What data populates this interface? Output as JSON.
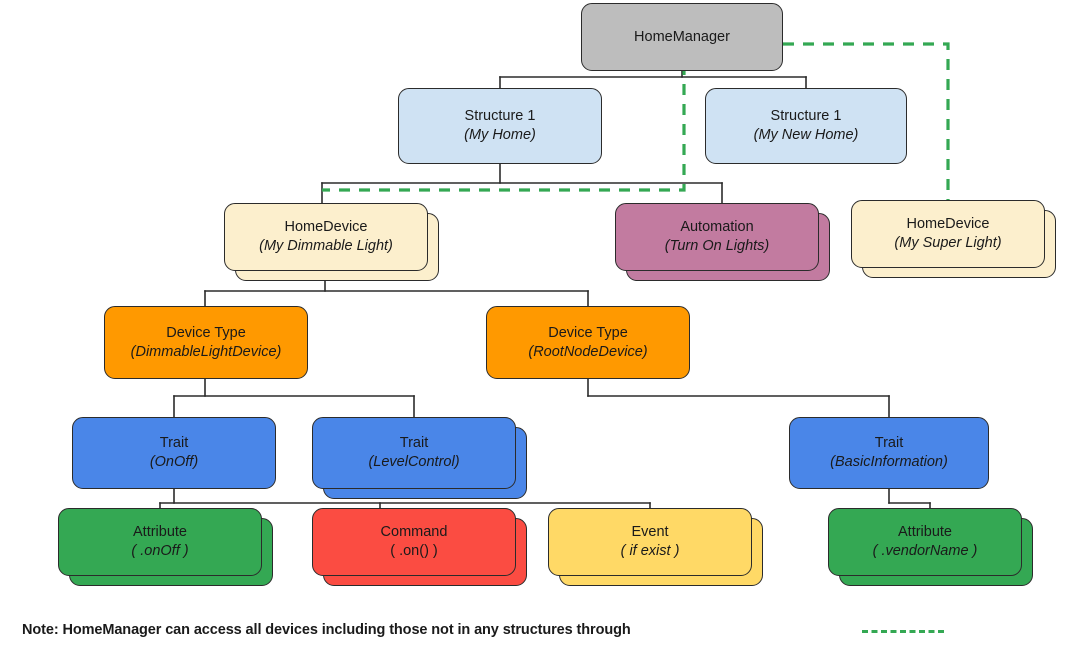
{
  "diagram": {
    "title": "HomeManager device model hierarchy",
    "colors": {
      "home_manager": "#bdbdbd",
      "structure": "#cfe2f3",
      "home_device": "#fcefcd",
      "automation": "#c27ba0",
      "device_type": "#ff9900",
      "trait": "#4a86e8",
      "attribute": "#34a853",
      "command": "#fb4c42",
      "event": "#ffd966",
      "stroke": "#2b2b2b",
      "dashed_accent": "#34a853",
      "background": "#ffffff"
    },
    "nodes": [
      {
        "id": "home-manager",
        "type": "HomeManager",
        "line1": "HomeManager",
        "line2": "",
        "stacked": false
      },
      {
        "id": "structure-my-home",
        "type": "Structure",
        "line1": "Structure 1",
        "line2": "(My Home)",
        "stacked": false
      },
      {
        "id": "structure-my-new-home",
        "type": "Structure",
        "line1": "Structure 1",
        "line2": "(My New Home)",
        "stacked": false
      },
      {
        "id": "home-device-dimmable",
        "type": "HomeDevice",
        "line1": "HomeDevice",
        "line2": "(My Dimmable Light)",
        "stacked": true
      },
      {
        "id": "automation-turn-on",
        "type": "Automation",
        "line1": "Automation",
        "line2": "(Turn On Lights)",
        "stacked": true
      },
      {
        "id": "home-device-super",
        "type": "HomeDevice",
        "line1": "HomeDevice",
        "line2": "(My Super Light)",
        "stacked": true
      },
      {
        "id": "device-type-dimmable",
        "type": "DeviceType",
        "line1": "Device Type",
        "line2": "(DimmableLightDevice)",
        "stacked": false
      },
      {
        "id": "device-type-rootnode",
        "type": "DeviceType",
        "line1": "Device Type",
        "line2": "(RootNodeDevice)",
        "stacked": false
      },
      {
        "id": "trait-onoff",
        "type": "Trait",
        "line1": "Trait",
        "line2": "(OnOff)",
        "stacked": false
      },
      {
        "id": "trait-levelcontrol",
        "type": "Trait",
        "line1": "Trait",
        "line2": "(LevelControl)",
        "stacked": true
      },
      {
        "id": "trait-basicinformation",
        "type": "Trait",
        "line1": "Trait",
        "line2": "(BasicInformation)",
        "stacked": false
      },
      {
        "id": "attribute-onoff",
        "type": "Attribute",
        "line1": "Attribute",
        "line2": "( .onOff )",
        "stacked": true
      },
      {
        "id": "command-on",
        "type": "Command",
        "line1": "Command",
        "line2": "( .on() )",
        "stacked": true
      },
      {
        "id": "event-if-exist",
        "type": "Event",
        "line1": "Event",
        "line2": "( if exist )",
        "stacked": true
      },
      {
        "id": "attribute-vendorname",
        "type": "Attribute",
        "line1": "Attribute",
        "line2": "( .vendorName )",
        "stacked": true
      }
    ],
    "footnote": {
      "text": "Note: HomeManager can access all devices including those not in any structures through",
      "legend_style": "green-dashed-line"
    }
  }
}
